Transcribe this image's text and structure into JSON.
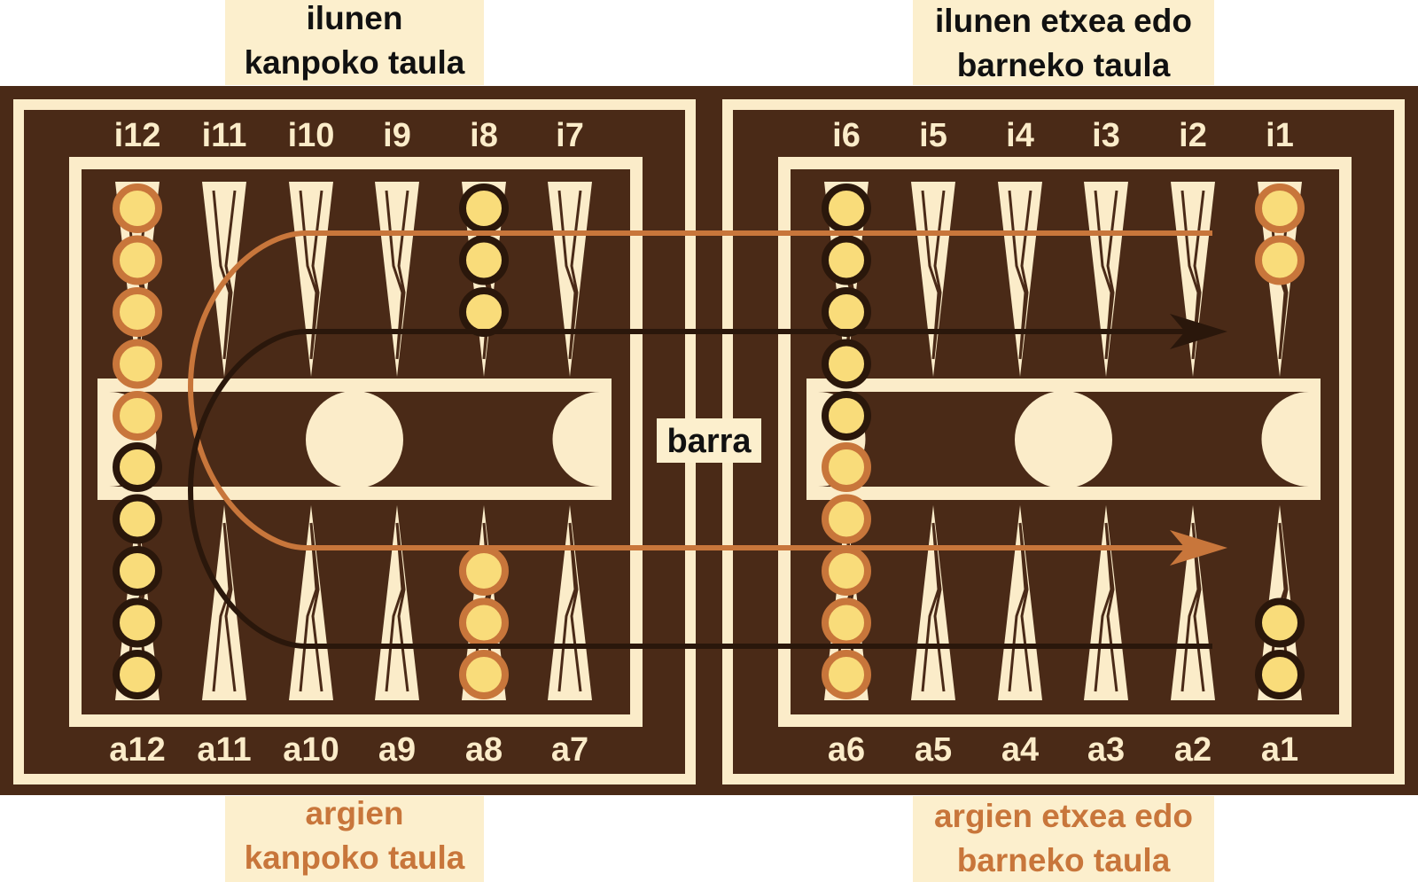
{
  "labels": {
    "dark_outer": [
      "ilunen",
      "kanpoko taula"
    ],
    "dark_home": [
      "ilunen etxea edo",
      "barneko taula"
    ],
    "light_outer": [
      "argien",
      "kanpoko taula"
    ],
    "light_home": [
      "argien etxea edo",
      "barneko taula"
    ],
    "bar": "barra"
  },
  "points": {
    "top": [
      "i12",
      "i11",
      "i10",
      "i9",
      "i8",
      "i7",
      "i6",
      "i5",
      "i4",
      "i3",
      "i2",
      "i1"
    ],
    "bottom": [
      "a12",
      "a11",
      "a10",
      "a9",
      "a8",
      "a7",
      "a6",
      "a5",
      "a4",
      "a3",
      "a2",
      "a1"
    ]
  },
  "checkers": {
    "top": [
      {
        "point": "i12",
        "count": 5,
        "color": "light"
      },
      {
        "point": "i8",
        "count": 3,
        "color": "dark"
      },
      {
        "point": "i6",
        "count": 5,
        "color": "dark"
      },
      {
        "point": "i1",
        "count": 2,
        "color": "light"
      }
    ],
    "bottom": [
      {
        "point": "a12",
        "count": 5,
        "color": "dark"
      },
      {
        "point": "a8",
        "count": 3,
        "color": "light"
      },
      {
        "point": "a6",
        "count": 5,
        "color": "light"
      },
      {
        "point": "a1",
        "count": 2,
        "color": "dark"
      }
    ]
  },
  "colors": {
    "board_dark": "#4a2a17",
    "board_light": "#fbecc9",
    "label_bg": "#fcefcd",
    "checker_fill": "#f9dc7a",
    "light_player": "#c8763b",
    "dark_player": "#2a170b"
  }
}
